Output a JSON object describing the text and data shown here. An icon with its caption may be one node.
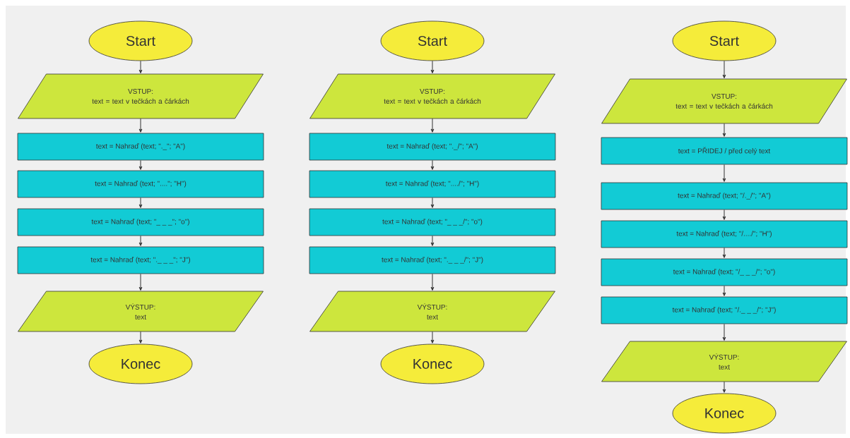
{
  "diagram": {
    "nodes": [
      {
        "text": [
          "Start"
        ]
      },
      {
        "text": [
          "VSTUP:",
          "text = text v tečkách a čárkách"
        ]
      },
      {
        "text": [
          "text = Nahraď (text; \"._\"; \"A\")"
        ]
      },
      {
        "text": [
          "text = Nahraď (text; \"....\"; \"H\")"
        ]
      },
      {
        "text": [
          "text = Nahraď (text; \"_ _ _\"; \"o\")"
        ]
      },
      {
        "text": [
          "text = Nahraď (text; \"._ _ _\"; \"J\")"
        ]
      },
      {
        "text": [
          "VÝSTUP:",
          "text"
        ]
      },
      {
        "text": [
          "Konec"
        ]
      },
      {
        "text": [
          "Start"
        ]
      },
      {
        "text": [
          "VSTUP:",
          "text = text v tečkách a čárkách"
        ]
      },
      {
        "text": [
          "text = Nahraď (text; \"._/\"; \"A\")"
        ]
      },
      {
        "text": [
          "text = Nahraď (text; \"..../\"; \"H\")"
        ]
      },
      {
        "text": [
          "text = Nahraď (text; \"_ _ _/\"; \"o\")"
        ]
      },
      {
        "text": [
          "text = Nahraď (text; \"._ _ _/\"; \"J\")"
        ]
      },
      {
        "text": [
          "VÝSTUP:",
          "text"
        ]
      },
      {
        "text": [
          "Konec"
        ]
      },
      {
        "text": [
          "Start"
        ]
      },
      {
        "text": [
          "VSTUP:",
          "text = text v tečkách a čárkách"
        ]
      },
      {
        "text": [
          "text = PŘIDEJ / před celý text"
        ]
      },
      {
        "text": [
          "text = Nahraď (text; \"/._/\"; \"A\")"
        ]
      },
      {
        "text": [
          "text = Nahraď (text; \"/..../\"; \"H\")"
        ]
      },
      {
        "text": [
          "text = Nahraď (text; \"/_ _ _/\"; \"o\")"
        ]
      },
      {
        "text": [
          "text = Nahraď (text; \"/._ _ _/\"; \"J\")"
        ]
      },
      {
        "text": [
          "VÝSTUP:",
          "text"
        ]
      },
      {
        "text": [
          "Konec"
        ]
      }
    ],
    "edges": [
      {
        "from": 0,
        "to": 1,
        "arrow": "to"
      },
      {
        "from": 1,
        "to": 2,
        "arrow": "to"
      },
      {
        "from": 2,
        "to": 3,
        "arrow": "to"
      },
      {
        "from": 3,
        "to": 4,
        "arrow": "to"
      },
      {
        "from": 4,
        "to": 5,
        "arrow": "to"
      },
      {
        "from": 5,
        "to": 6,
        "arrow": "to"
      },
      {
        "from": 6,
        "to": 7,
        "arrow": "to"
      },
      {
        "from": 8,
        "to": 9,
        "arrow": "to"
      },
      {
        "from": 9,
        "to": 10,
        "arrow": "to"
      },
      {
        "from": 10,
        "to": 11,
        "arrow": "to"
      },
      {
        "from": 11,
        "to": 12,
        "arrow": "to"
      },
      {
        "from": 12,
        "to": 13,
        "arrow": "to"
      },
      {
        "from": 13,
        "to": 14,
        "arrow": "to"
      },
      {
        "from": 14,
        "to": 15,
        "arrow": "to"
      },
      {
        "from": 16,
        "to": 17,
        "arrow": "to"
      },
      {
        "from": 17,
        "to": 18,
        "arrow": "to"
      },
      {
        "from": 18,
        "to": 19,
        "arrow": "to"
      },
      {
        "from": 19,
        "to": 20,
        "arrow": "to"
      },
      {
        "from": 20,
        "to": 21,
        "arrow": "to"
      },
      {
        "from": 21,
        "to": 22,
        "arrow": "to"
      },
      {
        "from": 22,
        "to": 23,
        "arrow": "to"
      },
      {
        "from": 23,
        "to": 24,
        "arrow": "to"
      }
    ]
  }
}
